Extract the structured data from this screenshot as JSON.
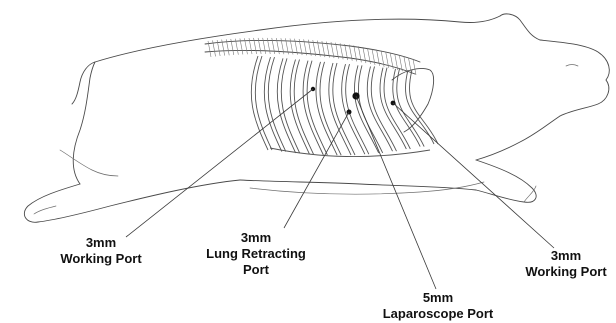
{
  "labels": {
    "port1": {
      "size": "3mm",
      "name": "Working Port"
    },
    "port2": {
      "size": "3mm",
      "name1": "Lung Retracting",
      "name2": "Port"
    },
    "port3": {
      "size": "5mm",
      "name": "Laparoscope Port"
    },
    "port4": {
      "size": "3mm",
      "name": "Working Port"
    }
  },
  "colors": {
    "ink": "#111111",
    "sketch": "#4a4a4a"
  }
}
